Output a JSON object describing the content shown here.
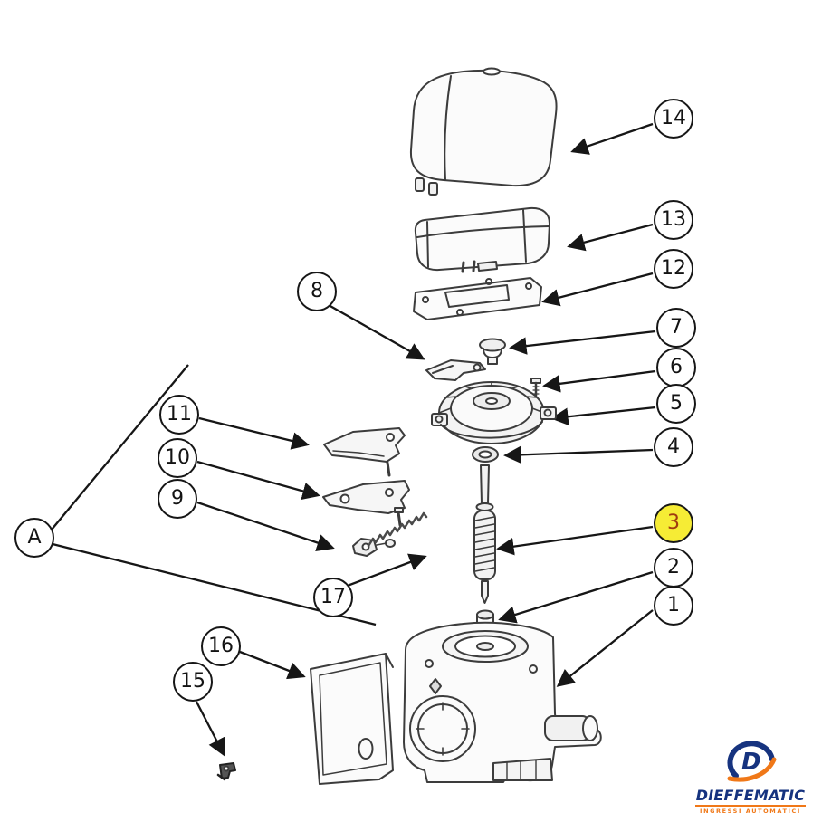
{
  "figure": {
    "type": "exploded-parts-diagram",
    "highlighted_callout": "3",
    "highlight_color": "#f6ec35",
    "callouts": {
      "c1": "1",
      "c2": "2",
      "c3": "3",
      "c4": "4",
      "c5": "5",
      "c6": "6",
      "c7": "7",
      "c8": "8",
      "c9": "9",
      "c10": "10",
      "c11": "11",
      "c12": "12",
      "c13": "13",
      "c14": "14",
      "c15": "15",
      "c16": "16",
      "c17": "17",
      "assembly": "A"
    }
  },
  "logo": {
    "brand": "DIEFFEMATIC",
    "tagline": "INGRESSI AUTOMATICI",
    "brand_color": "#16337f",
    "accent_color": "#f07818"
  }
}
